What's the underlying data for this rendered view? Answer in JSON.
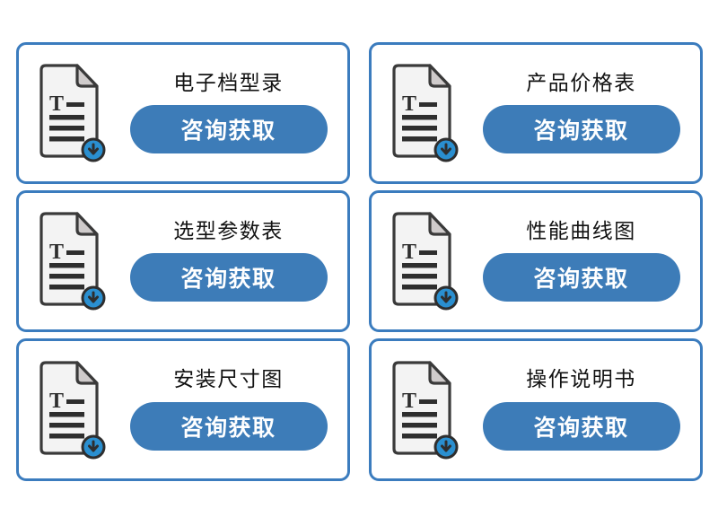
{
  "page": {
    "background_color": "#ffffff",
    "layout": "2-column by 3-row card grid",
    "card_border_color": "#3b7cbe",
    "button_color": "#3d7cb8",
    "button_text_color": "#ffffff",
    "title_text_color": "#121212",
    "badge_color": "#2a8fd0",
    "document_page_color": "#f2f2f2",
    "document_outline_color": "#3a3a3a",
    "document_fold_color": "#cfcbcb",
    "document_line_color": "#3a3a3a"
  },
  "cards": [
    {
      "title": "电子档型录",
      "button_label": "咨询获取",
      "icon": "document-download-icon"
    },
    {
      "title": "产品价格表",
      "button_label": "咨询获取",
      "icon": "document-download-icon"
    },
    {
      "title": "选型参数表",
      "button_label": "咨询获取",
      "icon": "document-download-icon"
    },
    {
      "title": "性能曲线图",
      "button_label": "咨询获取",
      "icon": "document-download-icon"
    },
    {
      "title": "安装尺寸图",
      "button_label": "咨询获取",
      "icon": "document-download-icon"
    },
    {
      "title": "操作说明书",
      "button_label": "咨询获取",
      "icon": "document-download-icon"
    }
  ]
}
